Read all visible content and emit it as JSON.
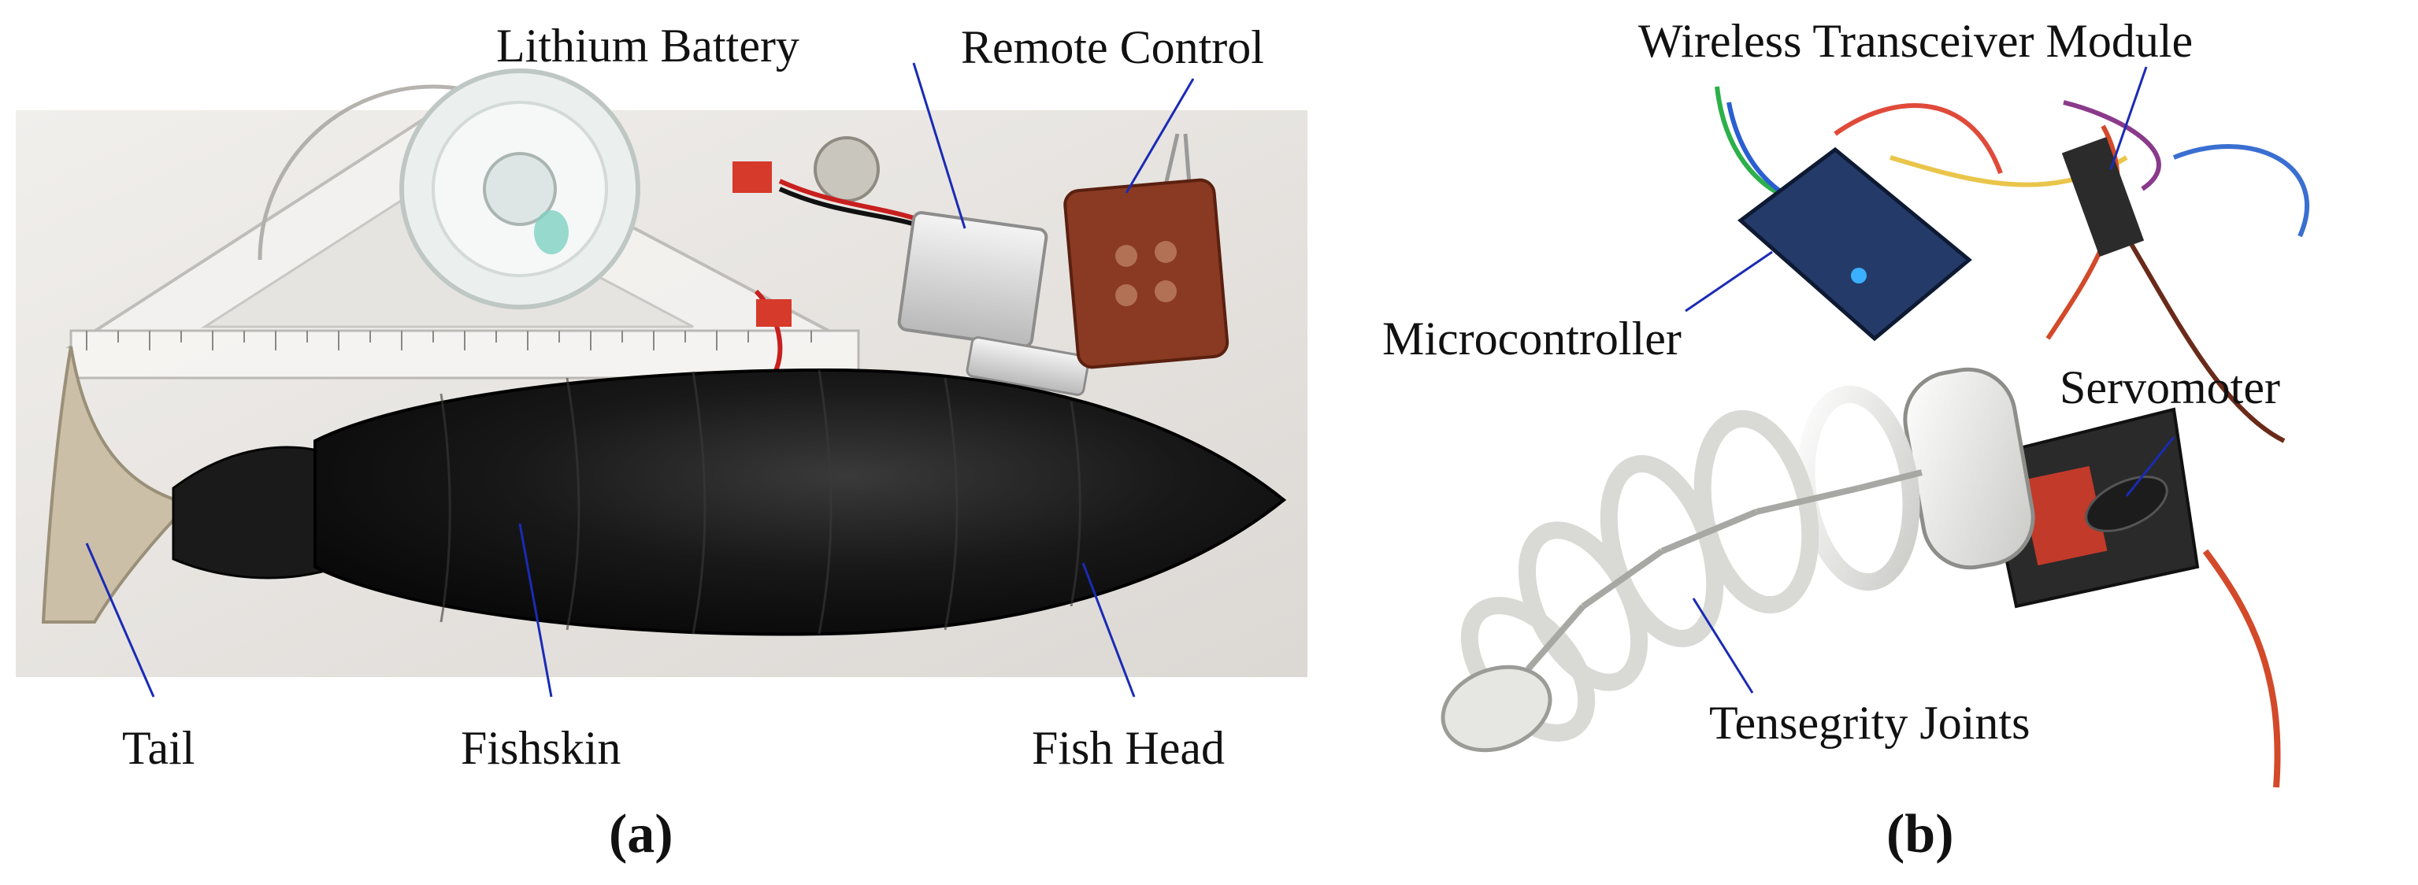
{
  "panel_a": {
    "caption": "(a)",
    "labels": {
      "lithium_battery": "Lithium Battery",
      "remote_control": "Remote Control",
      "tail": "Tail",
      "fishskin": "Fishskin",
      "fish_head": "Fish Head"
    }
  },
  "panel_b": {
    "caption": "(b)",
    "labels": {
      "wireless_transceiver": "Wireless Transceiver Module",
      "microcontroller": "Microcontroller",
      "servomoter": "Servomoter",
      "tensegrity_joints": "Tensegrity Joints"
    }
  },
  "colors": {
    "leader_line": "#1a2bb5",
    "fish_skin": "#121212",
    "tail": "#cbbfa8",
    "remote": "#8a3a22",
    "joint": "#f2f2f0"
  }
}
